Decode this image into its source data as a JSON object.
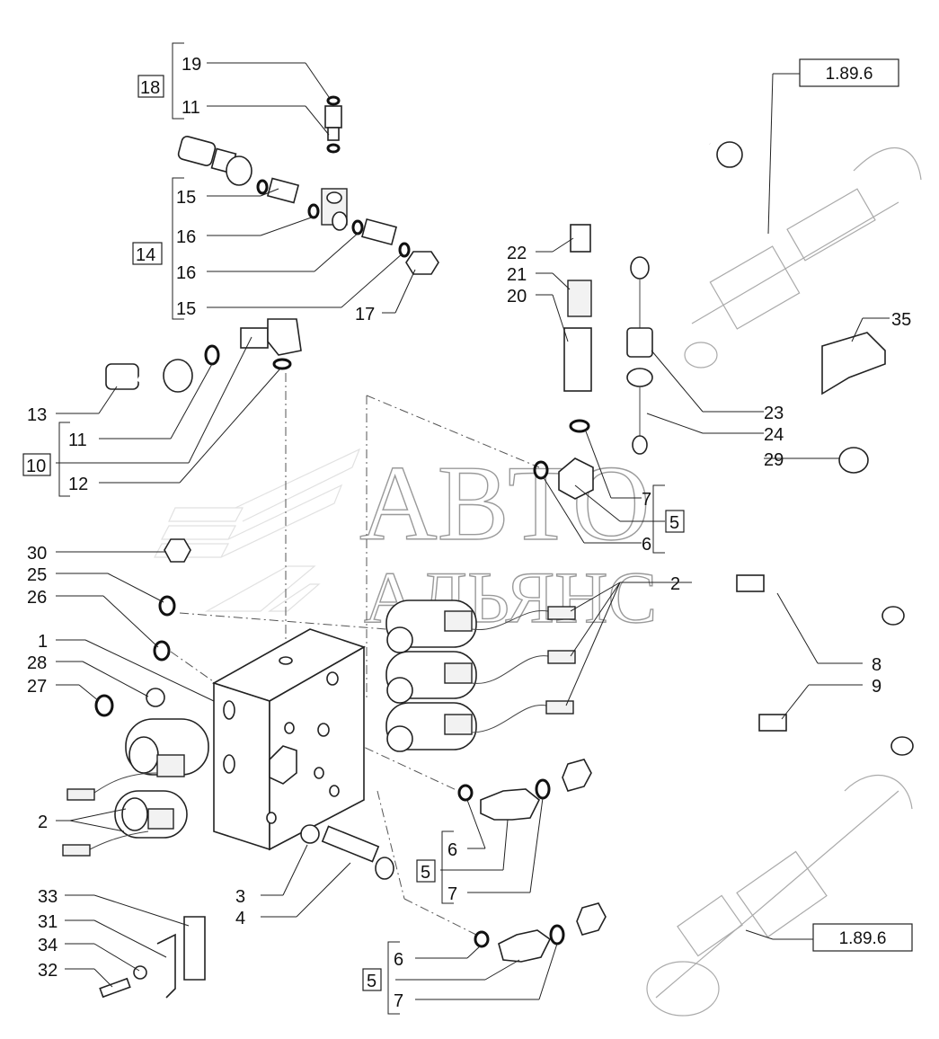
{
  "diagram": {
    "callouts": [
      {
        "id": "1",
        "text": "1"
      },
      {
        "id": "2",
        "text": "2"
      },
      {
        "id": "3",
        "text": "3"
      },
      {
        "id": "4",
        "text": "4"
      },
      {
        "id": "5",
        "text": "5"
      },
      {
        "id": "6",
        "text": "6"
      },
      {
        "id": "7",
        "text": "7"
      },
      {
        "id": "8",
        "text": "8"
      },
      {
        "id": "9",
        "text": "9"
      },
      {
        "id": "10",
        "text": "10"
      },
      {
        "id": "11",
        "text": "11"
      },
      {
        "id": "12",
        "text": "12"
      },
      {
        "id": "13",
        "text": "13"
      },
      {
        "id": "14",
        "text": "14"
      },
      {
        "id": "15",
        "text": "15"
      },
      {
        "id": "16",
        "text": "16"
      },
      {
        "id": "17",
        "text": "17"
      },
      {
        "id": "18",
        "text": "18"
      },
      {
        "id": "19",
        "text": "19"
      },
      {
        "id": "20",
        "text": "20"
      },
      {
        "id": "21",
        "text": "21"
      },
      {
        "id": "22",
        "text": "22"
      },
      {
        "id": "23",
        "text": "23"
      },
      {
        "id": "24",
        "text": "24"
      },
      {
        "id": "25",
        "text": "25"
      },
      {
        "id": "26",
        "text": "26"
      },
      {
        "id": "27",
        "text": "27"
      },
      {
        "id": "28",
        "text": "28"
      },
      {
        "id": "29",
        "text": "29"
      },
      {
        "id": "30",
        "text": "30"
      },
      {
        "id": "31",
        "text": "31"
      },
      {
        "id": "32",
        "text": "32"
      },
      {
        "id": "33",
        "text": "33"
      },
      {
        "id": "34",
        "text": "34"
      },
      {
        "id": "35",
        "text": "35"
      }
    ],
    "references": [
      {
        "id": "ref-top",
        "text": "1.89.6"
      },
      {
        "id": "ref-bottom",
        "text": "1.89.6"
      }
    ]
  },
  "watermark": {
    "line1": "АВТО",
    "line2": "АЛЬЯНС"
  }
}
